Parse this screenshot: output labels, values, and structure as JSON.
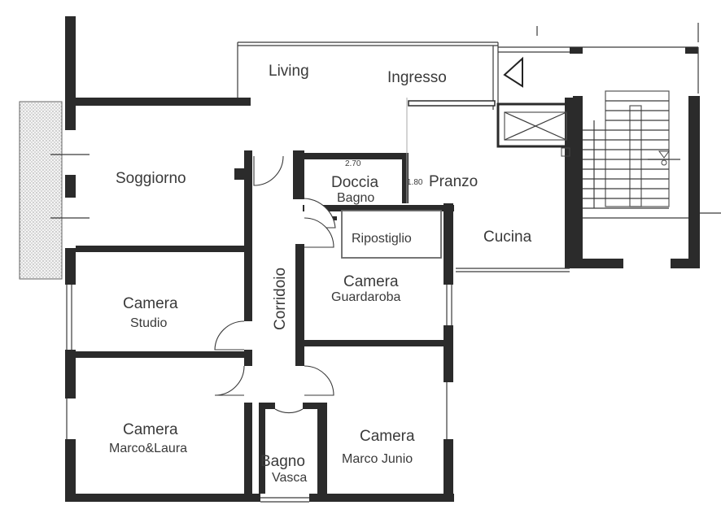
{
  "rooms": {
    "living": "Living",
    "ingresso": "Ingresso",
    "soggiorno": "Soggiorno",
    "doccia": "Doccia",
    "bagno_small": "Bagno",
    "dimension": "2.70",
    "dimension2": "1.80",
    "pranzo": "Pranzo",
    "ripostiglio": "Ripostiglio",
    "cucina": "Cucina",
    "corridoio": "Corridoio",
    "camera_studio": "Camera",
    "studio": "Studio",
    "camera_guardaroba": "Camera",
    "guardaroba": "Guardaroba",
    "camera_marco_laura": "Camera",
    "marco_laura": "Marco&Laura",
    "bagno_vasca": "Bagno",
    "vasca": "Vasca",
    "camera_marco_junio": "Camera",
    "marco_junio": "Marco Junio"
  }
}
